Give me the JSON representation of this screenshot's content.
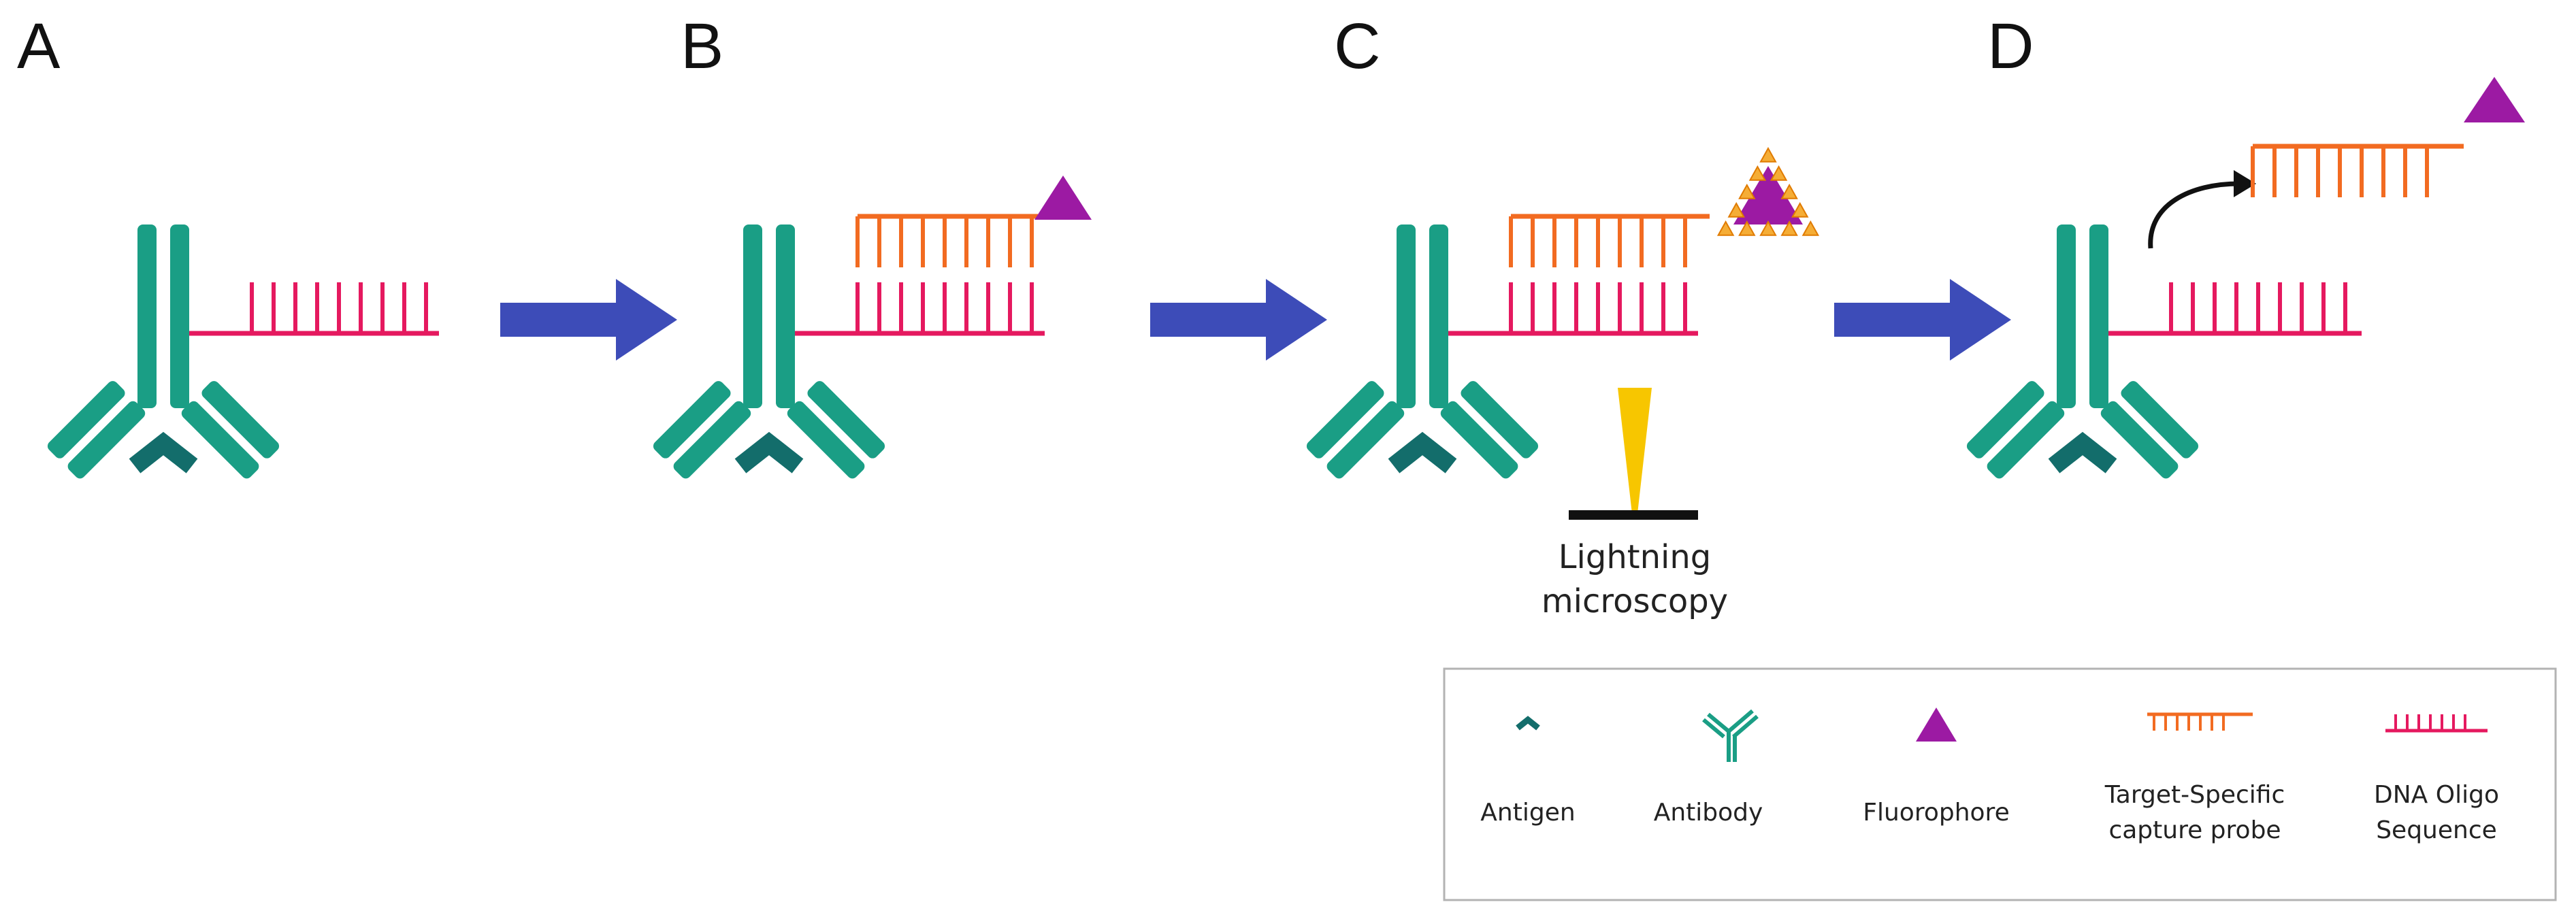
{
  "panels": [
    {
      "label": "A",
      "oligo": true,
      "probe": false,
      "excited": false,
      "released": false,
      "microscope": false
    },
    {
      "label": "B",
      "oligo": true,
      "probe": true,
      "excited": false,
      "released": false,
      "microscope": false
    },
    {
      "label": "C",
      "oligo": true,
      "probe": true,
      "excited": true,
      "released": false,
      "microscope": true
    },
    {
      "label": "D",
      "oligo": true,
      "probe": false,
      "excited": false,
      "released": true,
      "microscope": false
    }
  ],
  "microscope": {
    "line1": "Lightning",
    "line2": "microscopy"
  },
  "legend": {
    "antigen": "Antigen",
    "antibody": "Antibody",
    "fluorophore": "Fluorophore",
    "probe_line1": "Target-Specific",
    "probe_line2": "capture probe",
    "oligo_line1": "DNA Oligo",
    "oligo_line2": "Sequence"
  },
  "colors": {
    "antibody": "#1a9e85",
    "antigen": "#136d6b",
    "oligo": "#e5195f",
    "probe": "#f26b21",
    "fluorophore": "#9c1aa3",
    "arrow": "#3d4cb8",
    "excitation": "#f5ad36",
    "beam": "#f7c600",
    "stage": "#111111",
    "legend_border": "#b3b3b3"
  }
}
